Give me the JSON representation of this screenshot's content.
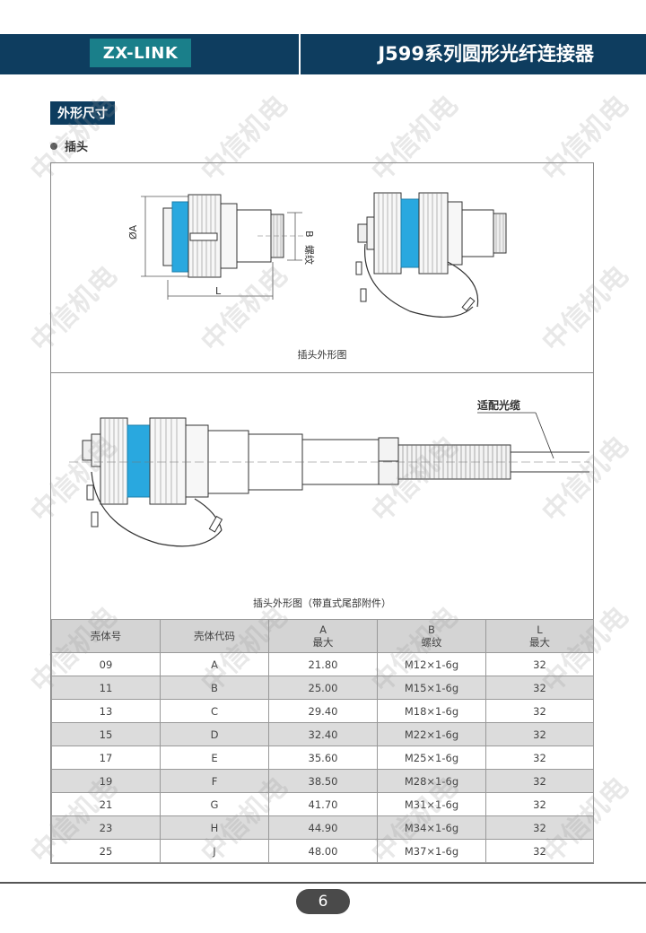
{
  "header": {
    "brand": "ZX-LINK",
    "title": "J599系列圆形光纤连接器"
  },
  "section": {
    "tag": "外形尺寸",
    "bullet": "插头"
  },
  "figures": {
    "caption_1": "插头外形图",
    "caption_2": "插头外形图（带直式尾部附件）",
    "label_dia_a": "ØA",
    "label_b": "B",
    "label_thread": "螺纹",
    "label_l": "L",
    "label_cable": "适配光缆"
  },
  "table": {
    "headers": [
      {
        "line1": "壳体号",
        "line2": ""
      },
      {
        "line1": "壳体代码",
        "line2": ""
      },
      {
        "line1": "A",
        "line2": "最大"
      },
      {
        "line1": "B",
        "line2": "螺纹"
      },
      {
        "line1": "L",
        "line2": "最大"
      }
    ],
    "rows": [
      [
        "09",
        "A",
        "21.80",
        "M12×1-6g",
        "32"
      ],
      [
        "11",
        "B",
        "25.00",
        "M15×1-6g",
        "32"
      ],
      [
        "13",
        "C",
        "29.40",
        "M18×1-6g",
        "32"
      ],
      [
        "15",
        "D",
        "32.40",
        "M22×1-6g",
        "32"
      ],
      [
        "17",
        "E",
        "35.60",
        "M25×1-6g",
        "32"
      ],
      [
        "19",
        "F",
        "38.50",
        "M28×1-6g",
        "32"
      ],
      [
        "21",
        "G",
        "41.70",
        "M31×1-6g",
        "32"
      ],
      [
        "23",
        "H",
        "44.90",
        "M34×1-6g",
        "32"
      ],
      [
        "25",
        "J",
        "48.00",
        "M37×1-6g",
        "32"
      ]
    ]
  },
  "footer": {
    "page_number": "6"
  },
  "watermark": "中信机电",
  "colors": {
    "navy": "#0e3d5f",
    "teal": "#1a7f8a",
    "connector_blue": "#29a8df"
  }
}
